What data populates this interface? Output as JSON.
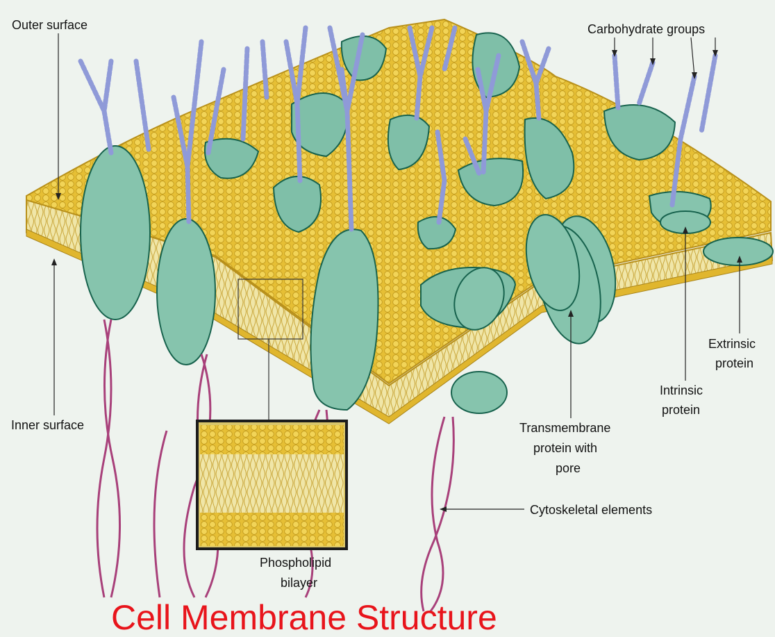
{
  "title": "Cell Membrane Structure",
  "labels": {
    "outer_surface": "Outer surface",
    "carbohydrate_groups": "Carbohydrate groups",
    "inner_surface": "Inner surface",
    "extrinsic_protein_line1": "Extrinsic",
    "extrinsic_protein_line2": "protein",
    "intrinsic_protein_line1": "Intrinsic",
    "intrinsic_protein_line2": "protein",
    "transmembrane_line1": "Transmembrane",
    "transmembrane_line2": "protein with",
    "transmembrane_line3": "pore",
    "cytoskeletal_elements": "Cytoskeletal elements",
    "phospholipid_line1": "Phospholipid",
    "phospholipid_line2": "bilayer"
  },
  "colors": {
    "background": "#eef3ee",
    "membrane_yellow": "#e8c33a",
    "membrane_dark": "#b8901a",
    "protein_fill": "#7fbfa8",
    "protein_stroke": "#17624d",
    "carbohydrate": "#8f9ad8",
    "cytoskeleton": "#a8407a",
    "title_red": "#e8141b"
  }
}
